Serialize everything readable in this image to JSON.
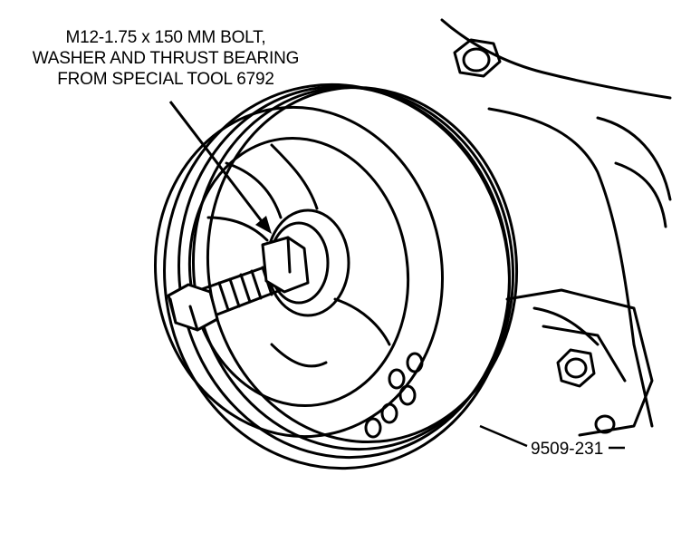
{
  "callout": {
    "line1": "M12-1.75 x 150 MM BOLT,",
    "line2": "WASHER AND THRUST BEARING",
    "line3": "FROM SPECIAL TOOL 6792"
  },
  "figure_id": "9509-231"
}
